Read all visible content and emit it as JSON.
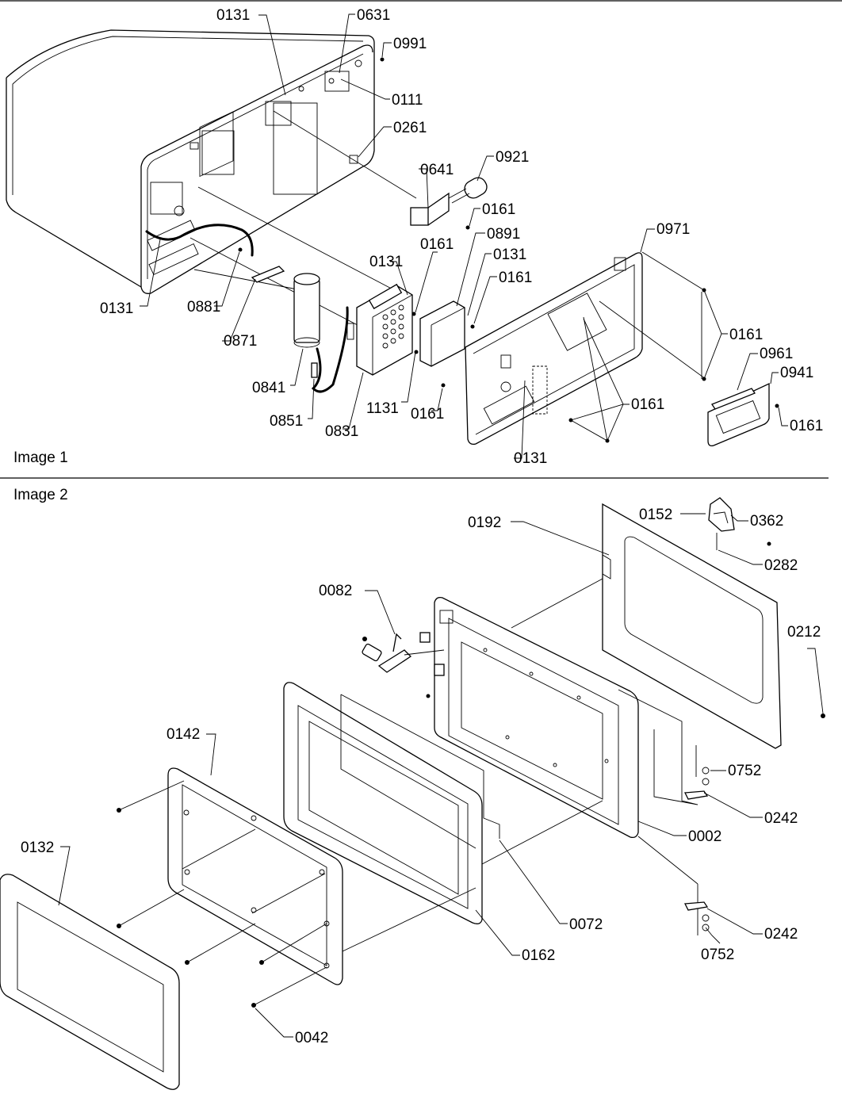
{
  "panels": [
    {
      "title": "Image 1",
      "labels": [
        "0131",
        "0631",
        "0991",
        "0111",
        "0261",
        "0641",
        "0921",
        "0161",
        "0891",
        "0131",
        "0161",
        "0131",
        "0161",
        "0971",
        "0131",
        "0881",
        "0871",
        "0841",
        "0851",
        "0831",
        "1131",
        "0161",
        "0161",
        "0961",
        "0941",
        "0161",
        "0131",
        "0161"
      ]
    },
    {
      "title": "Image 2",
      "labels": [
        "0152",
        "0362",
        "0192",
        "0282",
        "0082",
        "0212",
        "0142",
        "0752",
        "0242",
        "0002",
        "0132",
        "0072",
        "0242",
        "0162",
        "0752",
        "0042"
      ]
    }
  ]
}
